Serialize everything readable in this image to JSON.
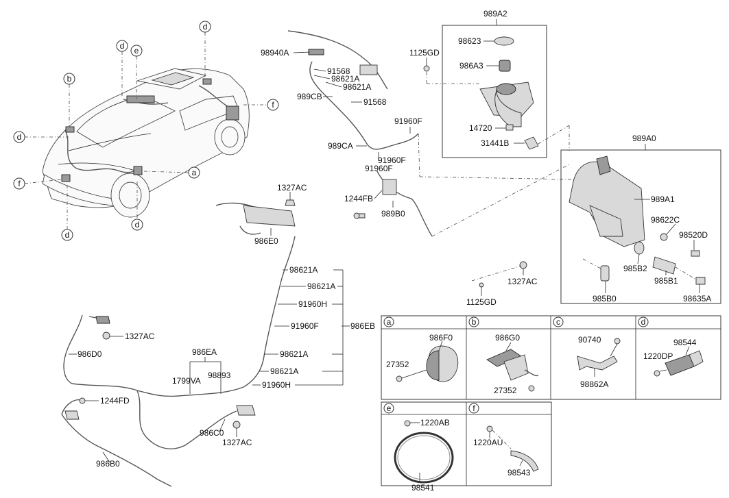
{
  "labels": {
    "p989A2": "989A2",
    "p98623": "98623",
    "p986A3": "986A3",
    "p1125GD_top": "1125GD",
    "p14720": "14720",
    "p31441B": "31441B",
    "p98940A": "98940A",
    "p91568_a": "91568",
    "p98621A_a": "98621A",
    "p98621A_b": "98621A",
    "p989CB": "989CB",
    "p91568_b": "91568",
    "p91960F_a": "91960F",
    "p989CA": "989CA",
    "p91960F_b": "91960F",
    "p91960F_c": "91960F",
    "p1244FB": "1244FB",
    "p989B0": "989B0",
    "p989A0": "989A0",
    "p989A1": "989A1",
    "p98622C": "98622C",
    "p98520D": "98520D",
    "p985B2": "985B2",
    "p985B1": "985B1",
    "p985B0": "985B0",
    "p98635A": "98635A",
    "p1327AC_mid": "1327AC",
    "p1125GD_bot": "1125GD",
    "p1327AC_top": "1327AC",
    "p986E0": "986E0",
    "p98621A_c": "98621A",
    "p98621A_d": "98621A",
    "p91960H_a": "91960H",
    "p91960F_d": "91960F",
    "p986EB": "986EB",
    "p98621A_e": "98621A",
    "p98621A_f": "98621A",
    "p91960H_b": "91960H",
    "p986EA": "986EA",
    "p1799VA": "1799VA",
    "p98893": "98893",
    "p1327AC_left": "1327AC",
    "p986D0": "986D0",
    "p1244FD": "1244FD",
    "p986C0": "986C0",
    "p1327AC_bot": "1327AC",
    "p986B0": "986B0"
  },
  "callouts": {
    "car_d_top": "d",
    "car_d_topleft": "d",
    "car_e": "e",
    "car_b": "b",
    "car_f_right": "f",
    "car_d_left": "d",
    "car_a": "a",
    "car_f_left": "f",
    "car_d_bottom": "d",
    "car_d_bottomright": "d"
  },
  "detail_cells": {
    "a": {
      "letter": "a",
      "labels": [
        "986F0",
        "27352"
      ]
    },
    "b": {
      "letter": "b",
      "labels": [
        "986G0",
        "27352"
      ]
    },
    "c": {
      "letter": "c",
      "labels": [
        "90740",
        "98862A"
      ]
    },
    "d": {
      "letter": "d",
      "labels": [
        "98544",
        "1220DP"
      ]
    },
    "e": {
      "letter": "e",
      "labels": [
        "1220AB",
        "98541"
      ]
    },
    "f": {
      "letter": "f",
      "labels": [
        "1220AU",
        "98543"
      ]
    }
  },
  "icons": {
    "callout_marker": "circle-letter-icon",
    "car": "suv-car-illustration"
  }
}
